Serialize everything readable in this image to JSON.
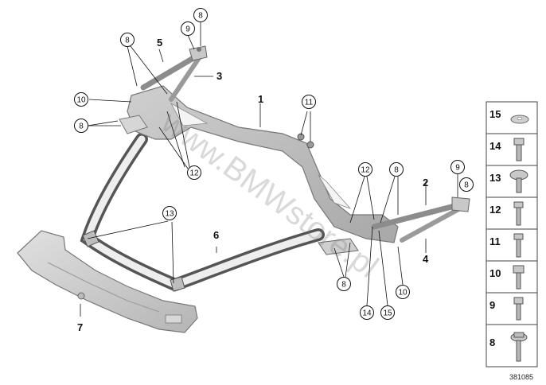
{
  "diagram": {
    "callouts": {
      "c8_top": "8",
      "c9_top": "9",
      "c8_left": "8",
      "c10_left": "10",
      "c8_left2": "8",
      "c12_left": "12",
      "c11": "11",
      "c13": "13",
      "c12_right": "12",
      "c8_right": "8",
      "c9_right": "9",
      "c8_right2": "8",
      "c8_bottom": "8",
      "c10_bottom": "10",
      "c14": "14",
      "c15": "15"
    },
    "labels": {
      "l1": "1",
      "l2": "2",
      "l3": "3",
      "l4": "4",
      "l5": "5",
      "l6": "6",
      "l7": "7"
    },
    "legend": [
      "15",
      "14",
      "13",
      "12",
      "11",
      "10",
      "9",
      "8"
    ],
    "reference_number": "381085",
    "watermark": "www.BMWstore.pl"
  }
}
